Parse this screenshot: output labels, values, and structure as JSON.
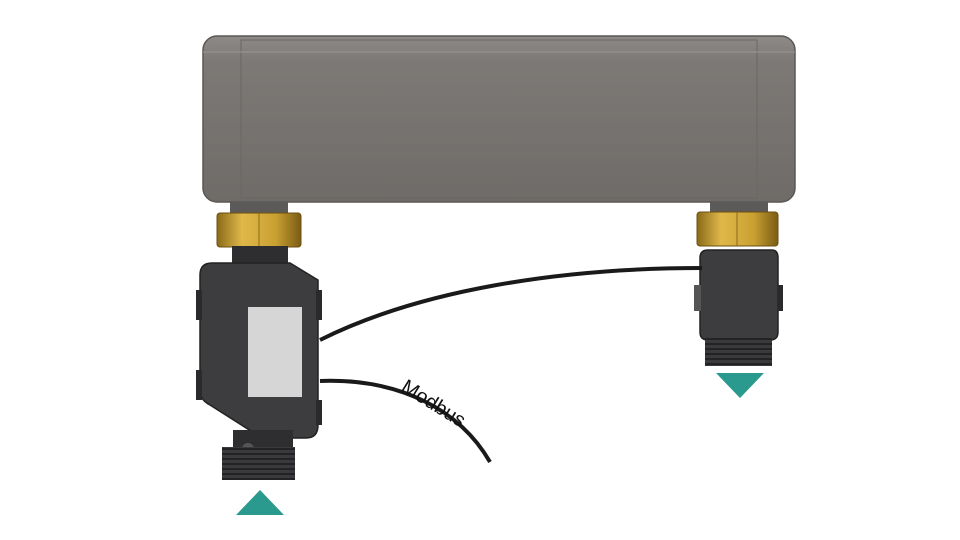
{
  "labels": {
    "cable": "Modbus"
  },
  "colors": {
    "enclosure": "#7b7774",
    "brass": "#c9a032",
    "sensor_body": "#3d3d3f",
    "display": "#d6d6d6",
    "cable": "#1a1a1a",
    "flow_arrow": "#2a9a8e"
  },
  "icons": {
    "inlet_arrow": "triangle-up",
    "outlet_arrow": "triangle-down"
  }
}
